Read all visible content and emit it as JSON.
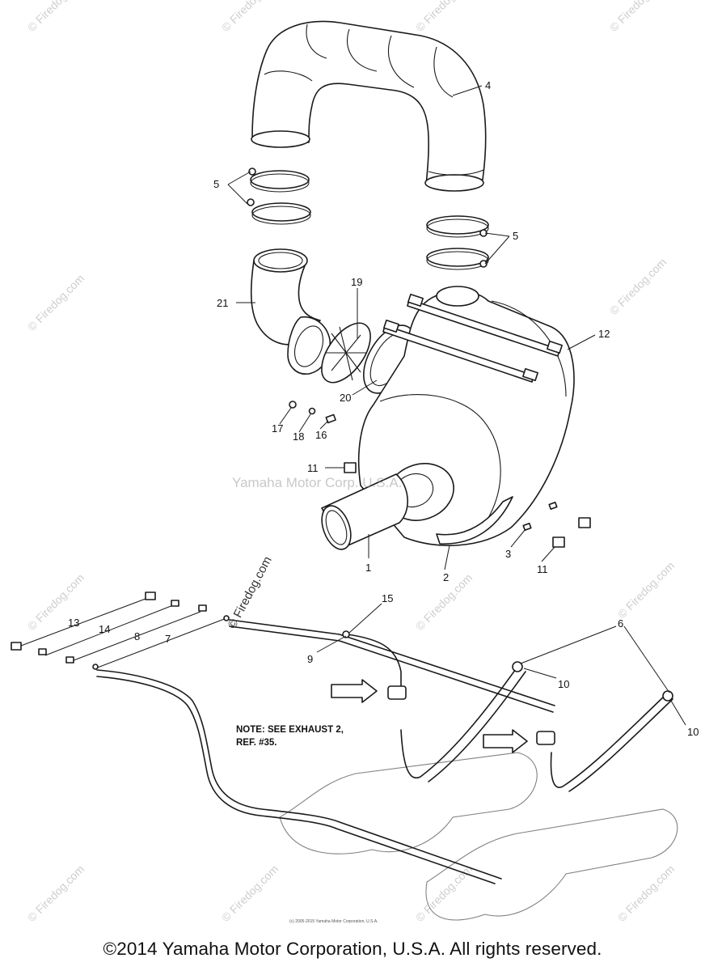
{
  "labels": {
    "p1": "1",
    "p2": "2",
    "p3": "3",
    "p4": "4",
    "p5a": "5",
    "p5b": "5",
    "p6": "6",
    "p7": "7",
    "p8": "8",
    "p9": "9",
    "p10a": "10",
    "p10b": "10",
    "p11a": "11",
    "p11b": "11",
    "p12": "12",
    "p13": "13",
    "p14": "14",
    "p15": "15",
    "p16": "16",
    "p17": "17",
    "p18": "18",
    "p19": "19",
    "p20": "20",
    "p21": "21"
  },
  "note_line1": "NOTE: SEE EXHAUST 2,",
  "note_line2": "REF. #35.",
  "center_watermark": "Yamaha Motor Corp. U.S.A.",
  "firedog_watermark": "© Firedog.com",
  "firedog_mark_dark": "© Firedog.com",
  "small_print": "(c) 2005-2015 Yamaha Motor Corporation, U.S.A.",
  "copyright": "©2014 Yamaha Motor Corporation, U.S.A. All rights reserved."
}
